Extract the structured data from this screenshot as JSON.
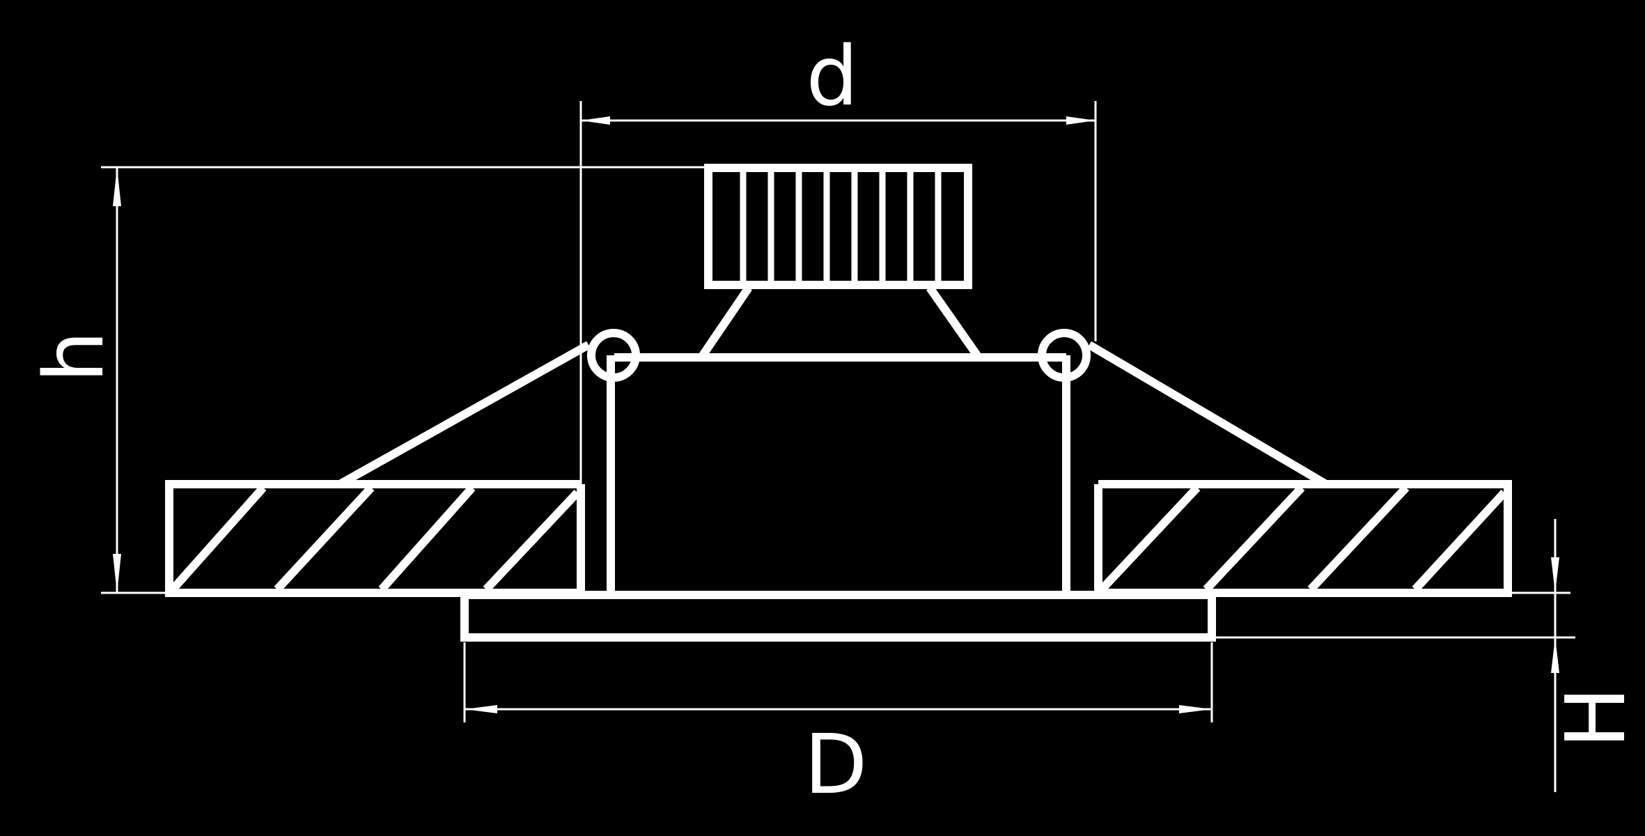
{
  "colors": {
    "background": "#000000",
    "lines": "#ffffff"
  },
  "labels": {
    "top_diameter": "d",
    "base_diameter": "D",
    "height": "h",
    "bezel_height": "H"
  }
}
